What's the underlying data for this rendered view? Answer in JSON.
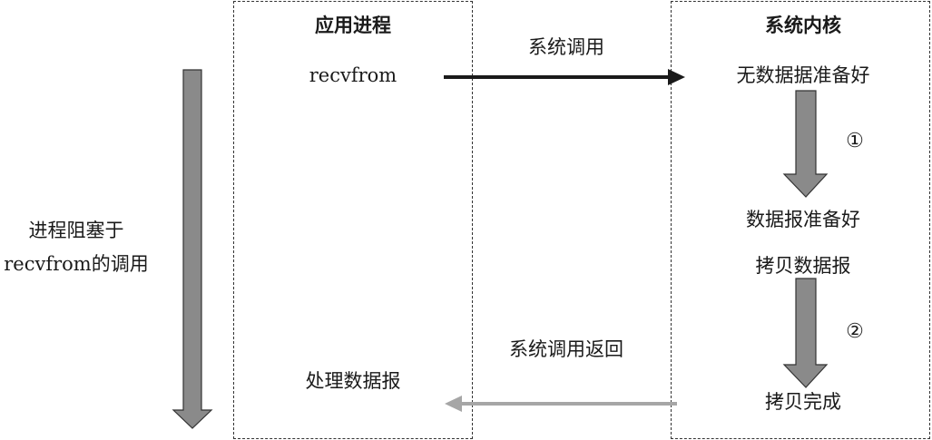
{
  "app_process": {
    "title": "应用进程",
    "call": "recvfrom",
    "handle": "处理数据报"
  },
  "kernel": {
    "title": "系统内核",
    "no_data": "无数据据准备好",
    "step1_marker": "①",
    "data_ready": "数据报准备好",
    "copying": "拷贝数据报",
    "step2_marker": "②",
    "copy_done": "拷贝完成"
  },
  "messages": {
    "syscall": "系统调用",
    "syscall_return": "系统调用返回"
  },
  "left_note": {
    "line1": "进程阻塞于",
    "line2": "recvfrom的调用"
  },
  "colors": {
    "dark_arrow": "#1a1a1a",
    "light_arrow": "#a6a6a6",
    "block_arrow_fill": "#8a8a8a",
    "block_arrow_stroke": "#333333"
  }
}
